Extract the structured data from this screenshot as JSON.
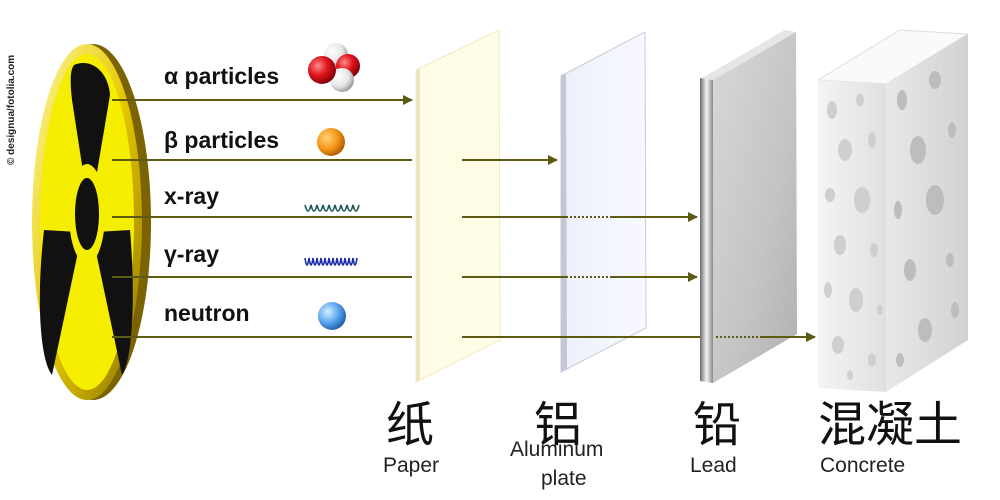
{
  "credit": "© designua/fotolia.com",
  "radiation": [
    {
      "label": "α particles",
      "stop": "paper"
    },
    {
      "label": "β particles",
      "stop": "aluminum"
    },
    {
      "label": "x-ray",
      "stop": "lead"
    },
    {
      "label": "γ-ray",
      "stop": "lead"
    },
    {
      "label": "neutron",
      "stop": "concrete"
    }
  ],
  "materials": [
    {
      "key": "paper",
      "label_cn": "纸",
      "label_en": "Paper"
    },
    {
      "key": "aluminum",
      "label_cn": "铝",
      "label_en_line1": "Aluminum",
      "label_en_line2": "plate"
    },
    {
      "key": "lead",
      "label_cn": "铅",
      "label_en": "Lead"
    },
    {
      "key": "concrete",
      "label_cn": "混凝土",
      "label_en": "Concrete"
    }
  ],
  "colors": {
    "arrow": "#5d5a14",
    "hazard_yellow": "#f6ee00",
    "hazard_black": "#111111",
    "alpha_red": "#e0141c",
    "beta_orange": "#f59a1c",
    "xray_wave": "#1d5a5a",
    "gamma_wave": "#1a2ea8",
    "neutron_blue": "#5aa8f0"
  },
  "icons": [
    "radiation-symbol-icon",
    "alpha-particle-icon",
    "beta-particle-icon",
    "xray-wave-icon",
    "gamma-wave-icon",
    "neutron-particle-icon"
  ]
}
